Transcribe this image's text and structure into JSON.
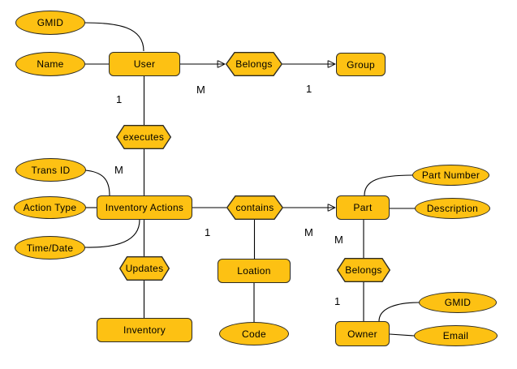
{
  "colors": {
    "node_fill": "#FDC113",
    "node_border": "#2b2a24",
    "connector": "#000000",
    "text": "#000000",
    "background": "#ffffff"
  },
  "nodes": {
    "user": {
      "label": "User",
      "type": "entity"
    },
    "group": {
      "label": "Group",
      "type": "entity"
    },
    "inventory_actions": {
      "label": "Inventory Actions",
      "type": "entity"
    },
    "part": {
      "label": "Part",
      "type": "entity"
    },
    "loation": {
      "label": "Loation",
      "type": "entity"
    },
    "inventory": {
      "label": "Inventory",
      "type": "entity"
    },
    "owner": {
      "label": "Owner",
      "type": "entity"
    },
    "belongs_user_group": {
      "label": "Belongs",
      "type": "relationship"
    },
    "executes": {
      "label": "executes",
      "type": "relationship"
    },
    "contains": {
      "label": "contains",
      "type": "relationship"
    },
    "updates": {
      "label": "Updates",
      "type": "relationship"
    },
    "belongs_part_owner": {
      "label": "Belongs",
      "type": "relationship"
    },
    "gmid_user": {
      "label": "GMID",
      "type": "attribute"
    },
    "name": {
      "label": "Name",
      "type": "attribute"
    },
    "trans_id": {
      "label": "Trans ID",
      "type": "attribute"
    },
    "action_type": {
      "label": "Action Type",
      "type": "attribute"
    },
    "time_date": {
      "label": "Time/Date",
      "type": "attribute"
    },
    "part_number": {
      "label": "Part Number",
      "type": "attribute"
    },
    "description": {
      "label": "Description",
      "type": "attribute"
    },
    "gmid_owner": {
      "label": "GMID",
      "type": "attribute"
    },
    "email": {
      "label": "Email",
      "type": "attribute"
    },
    "code": {
      "label": "Code",
      "type": "attribute"
    }
  },
  "cardinalities": {
    "user_executes": "1",
    "user_belongs": "M",
    "belongs_group": "1",
    "executes_actions": "M",
    "actions_contains": "1",
    "contains_part": "M",
    "part_belongs": "M",
    "belongs_owner": "1"
  }
}
